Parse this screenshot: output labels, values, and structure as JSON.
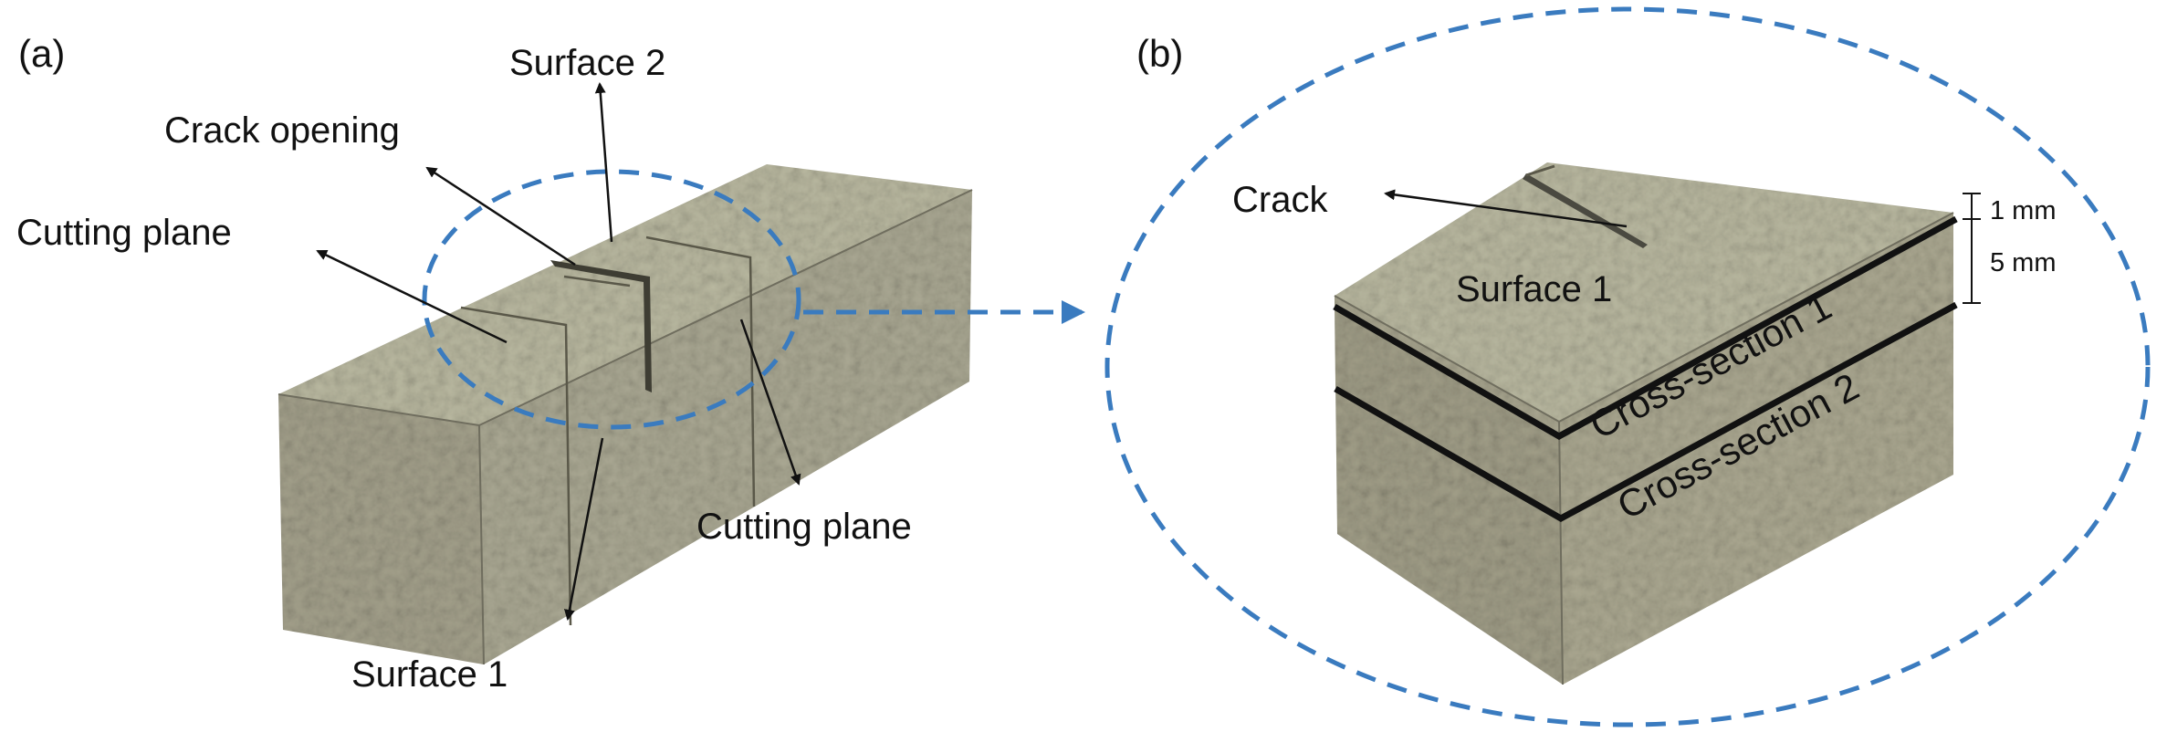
{
  "panels": {
    "a": "(a)",
    "b": "(b)"
  },
  "labels_a": {
    "surface2": "Surface 2",
    "crack_opening": "Crack opening",
    "cutting_plane_left": "Cutting plane",
    "cutting_plane_right": "Cutting plane",
    "surface1": "Surface 1"
  },
  "labels_b": {
    "crack": "Crack",
    "surface1": "Surface 1",
    "cross_section1": "Cross-section 1",
    "cross_section2": "Cross-section 2",
    "dim_1mm": "1 mm",
    "dim_5mm": "5 mm"
  },
  "colors": {
    "concrete_top": "#b7b79e",
    "concrete_side": "#a7a48f",
    "concrete_face": "#9f9d88",
    "highlight": "#3a7bbf",
    "line": "#111111"
  }
}
